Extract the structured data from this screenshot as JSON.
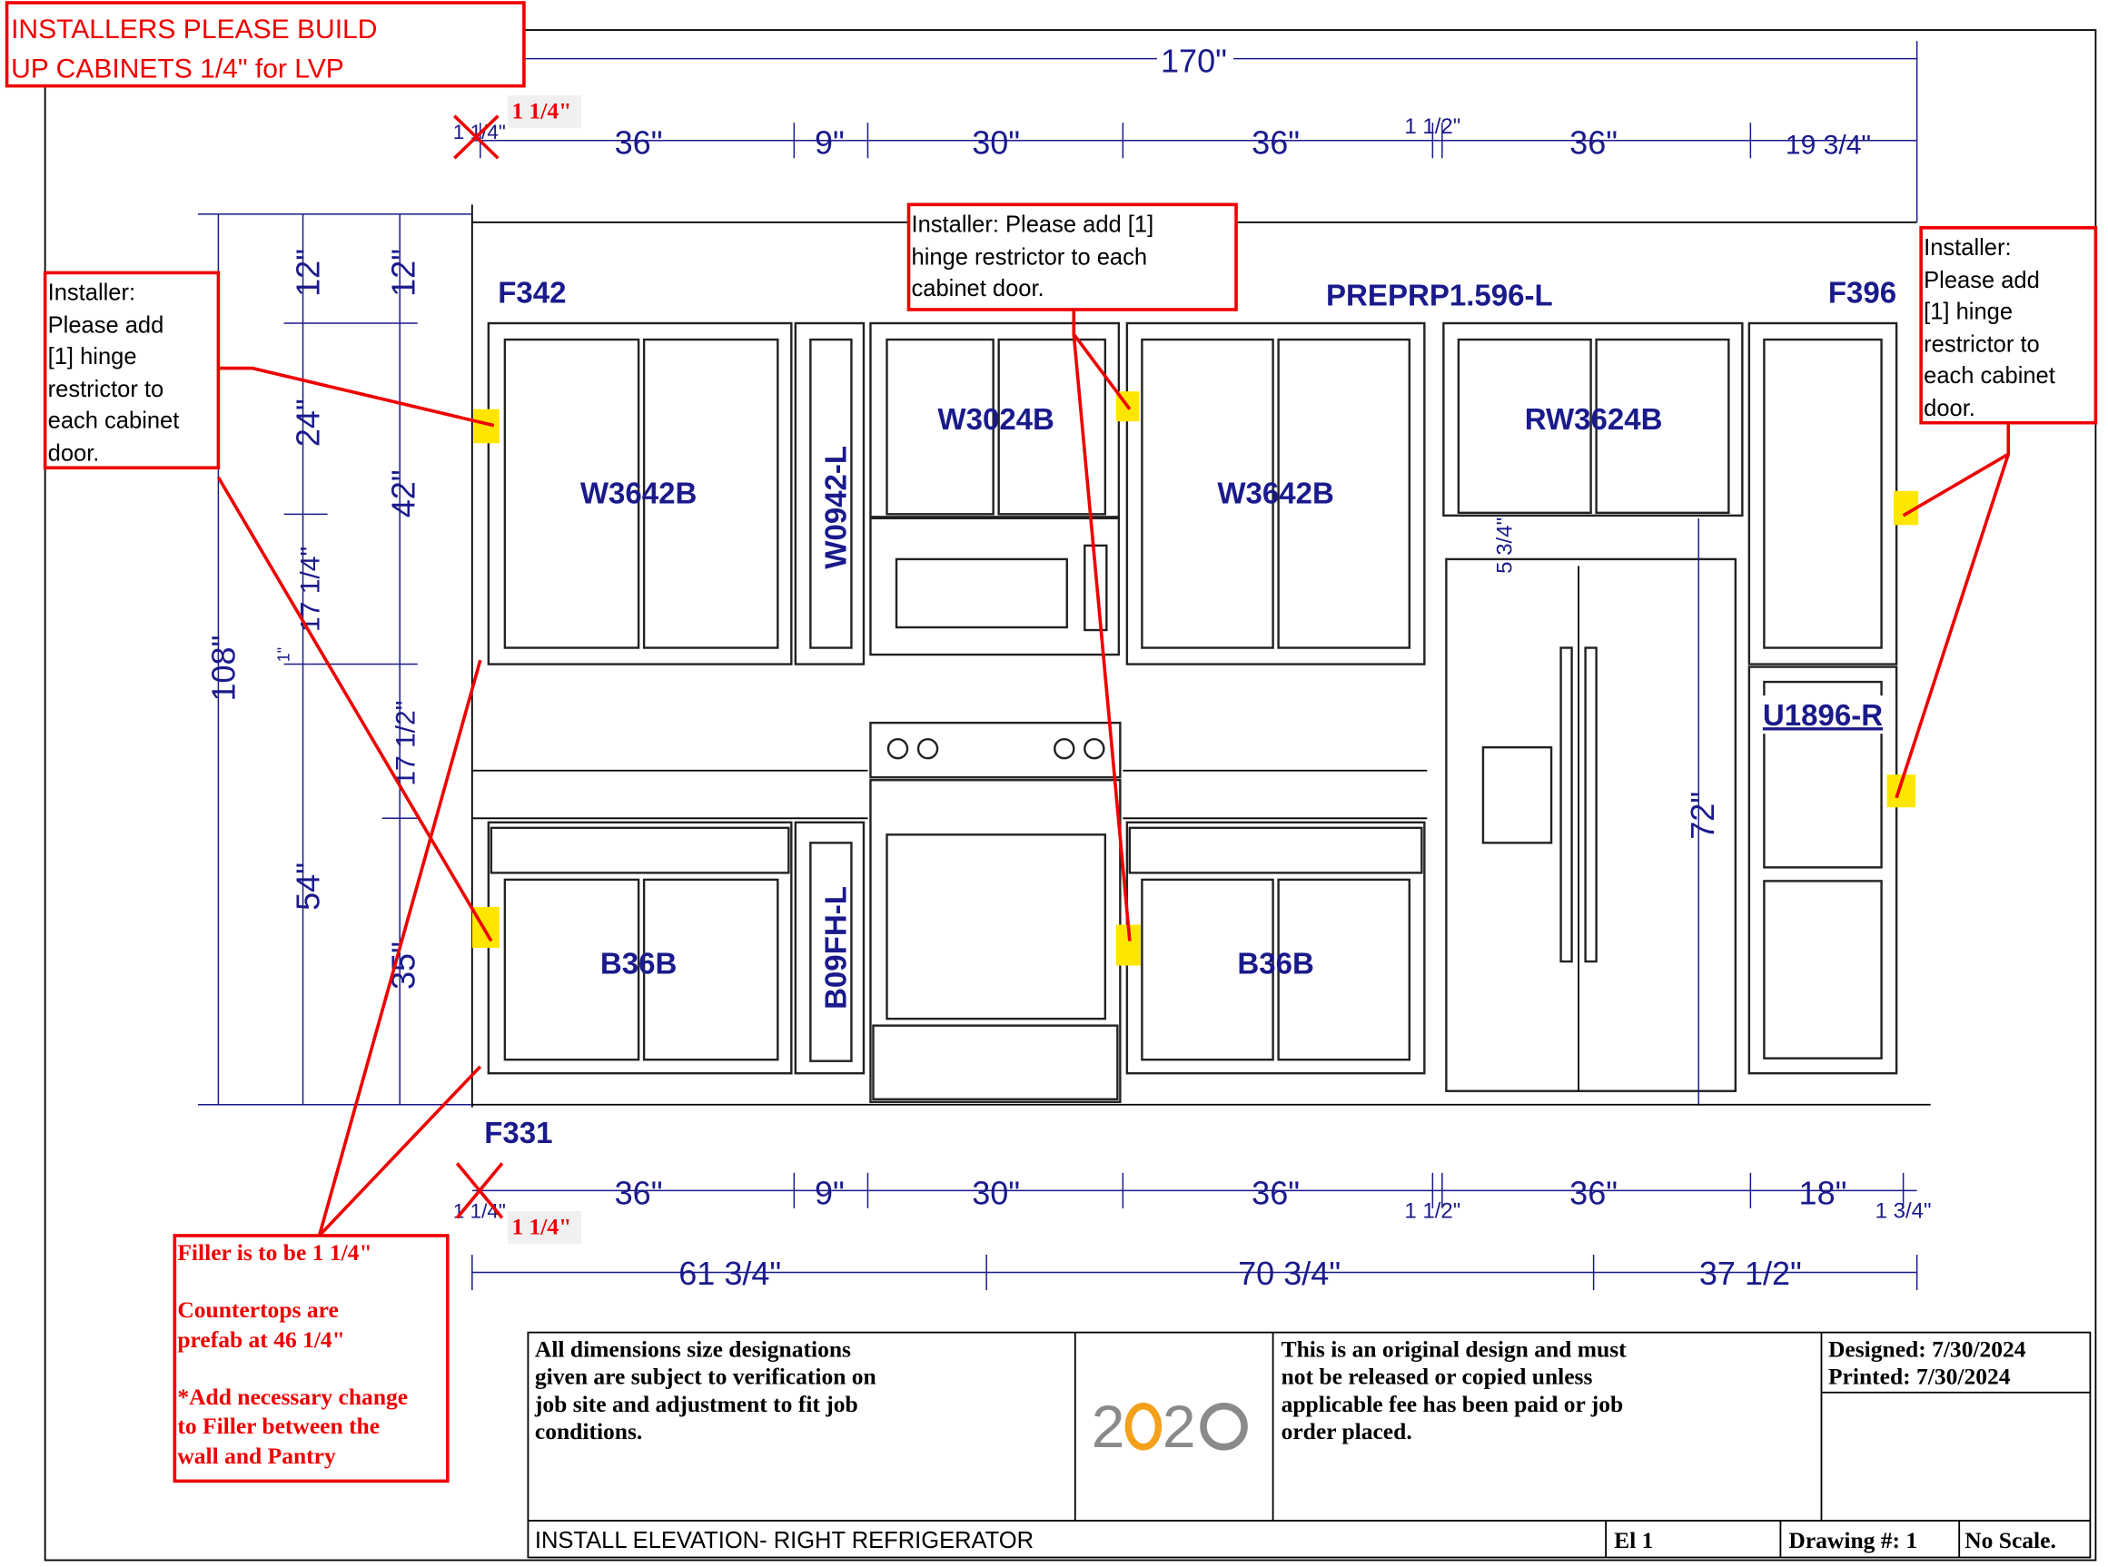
{
  "banner": {
    "line1": "INSTALLERS PLEASE BUILD",
    "line2": "UP CABINETS 1/4\" for LVP"
  },
  "notes": {
    "left": [
      "Installer:",
      "Please add",
      "[1] hinge",
      "restrictor to",
      "each cabinet",
      "door."
    ],
    "center": [
      "Installer: Please add [1]",
      "hinge restrictor to each",
      "cabinet door."
    ],
    "right": [
      "Installer:",
      "Please add",
      "[1] hinge",
      "restrictor to",
      "each cabinet",
      "door."
    ],
    "filler": [
      "Filler is to be 1 1/4\"",
      "",
      "Countertops are",
      "prefab at 46 1/4\"",
      "",
      "*Add necessary change",
      "to Filler between the",
      "wall and Pantry"
    ]
  },
  "corrections": {
    "top": "1 1/4\"",
    "bottom": "1 1/4\""
  },
  "labels": {
    "f342": "F342",
    "preprp": "PREPRP1.596-L",
    "f396": "F396",
    "f331": "F331",
    "u1896": "U1896-R",
    "w3642b_left": "W3642B",
    "w0942": "W0942-L",
    "w3024b": "W3024B",
    "w3642b_right": "W3642B",
    "rw3624b": "RW3624B",
    "b36b_left": "B36B",
    "b09fh": "B09FH-L",
    "b36b_right": "B36B"
  },
  "dims": {
    "overall": "170\"",
    "top": [
      "1 1/4\"",
      "36\"",
      "9\"",
      "30\"",
      "36\"",
      "1 1/2\"",
      "36\"",
      "19 3/4\""
    ],
    "bottom": [
      "1 1/4\"",
      "36\"",
      "9\"",
      "30\"",
      "36\"",
      "1 1/2\"",
      "36\"",
      "18\"",
      "1 3/4\""
    ],
    "bottom2": [
      "61 3/4\"",
      "70 3/4\"",
      "37 1/2\""
    ],
    "left_outer": "108\"",
    "left_a": [
      "12\"",
      "24\"",
      "17 1/4\"",
      "1\"",
      "54\""
    ],
    "left_b": [
      "12\"",
      "42\"",
      "17 1/2\"",
      "35\""
    ],
    "fridge_height": "72\"",
    "fridge_gap": "5 3/4\""
  },
  "title_block": {
    "disclaimer": [
      "All dimensions  size designations",
      "given are subject to verification on",
      "job site and adjustment to fit job",
      "conditions."
    ],
    "logo": "2020",
    "copyright": [
      "This is an original design and must",
      "not be released or copied unless",
      "applicable fee has been paid or job",
      "order placed."
    ],
    "designed": "Designed: 7/30/2024",
    "printed": "Printed: 7/30/2024",
    "title": "INSTALL ELEVATION- RIGHT REFRIGERATOR",
    "elevation": "El 1",
    "drawing": "Drawing #: 1",
    "scale": "No Scale."
  },
  "colors": {
    "dimension": "#1a1a8c",
    "annotation": "#ee0000",
    "highlight": "#ffe600",
    "logo_gray": "#8a8a8a",
    "logo_orange": "#f5a01a"
  }
}
